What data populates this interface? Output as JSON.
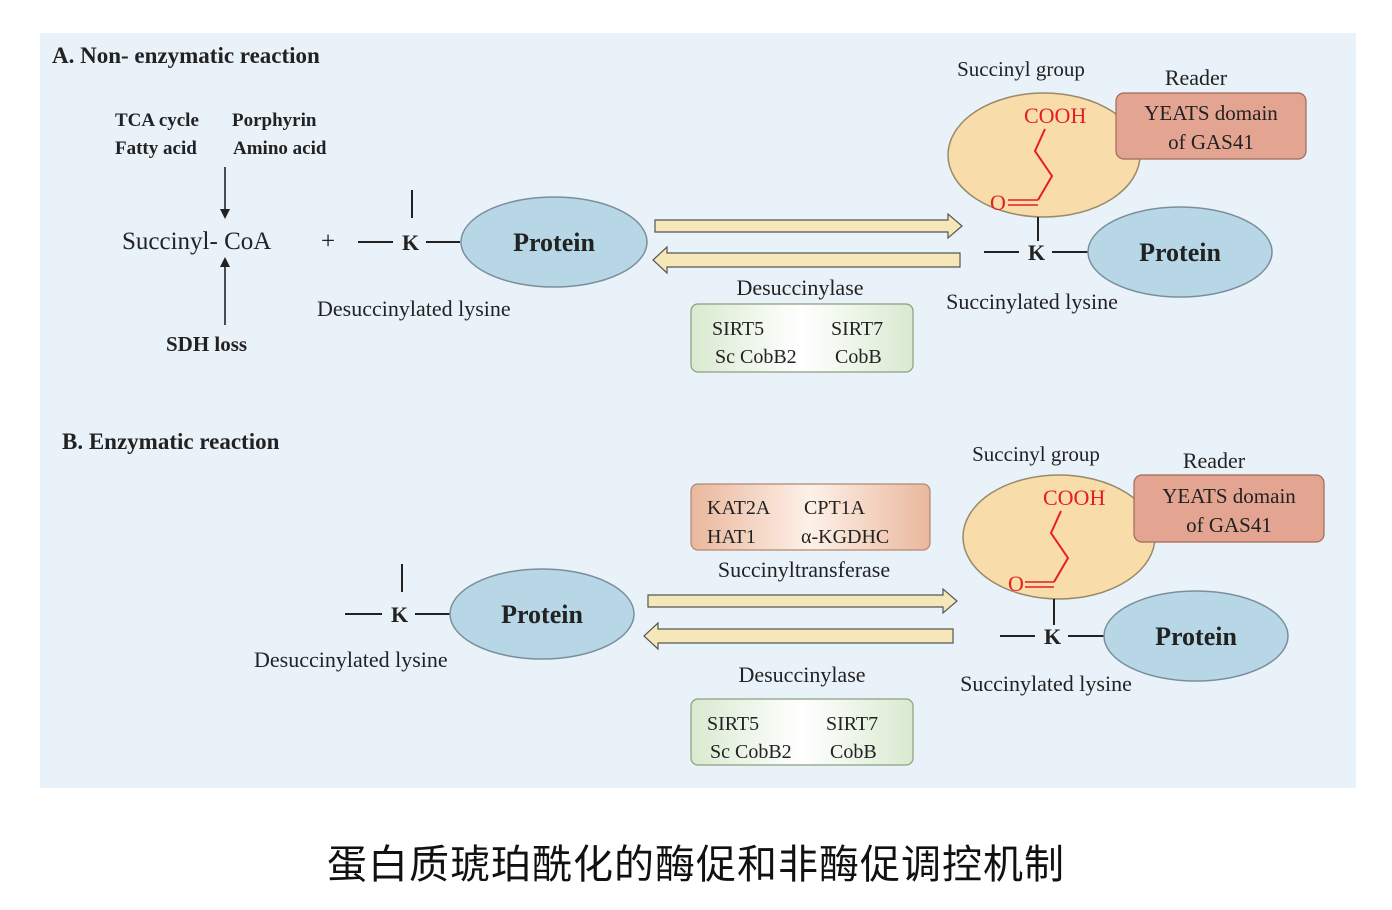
{
  "section_a": {
    "title": "A. Non- enzymatic reaction",
    "sources": {
      "tca": "TCA cycle",
      "porphyrin": "Porphyrin",
      "fatty_acid": "Fatty acid",
      "amino_acid": "Amino acid"
    },
    "succinyl_coa": "Succinyl- CoA",
    "plus": "+",
    "sdh_loss": "SDH loss",
    "lysine_k": "K",
    "protein": "Protein",
    "desuccinylated_lysine": "Desuccinylated lysine",
    "desuccinylase": "Desuccinylase",
    "desuccinylase_enzymes": [
      "SIRT5",
      "SIRT7",
      "Sc CobB2",
      "CobB"
    ],
    "succinyl_group": "Succinyl group",
    "cooh": "COOH",
    "carbonyl_o": "O",
    "reader_label": "Reader",
    "reader_line1": "YEATS domain",
    "reader_line2": "of GAS41",
    "succinylated_lysine": "Succinylated lysine"
  },
  "section_b": {
    "title": "B. Enzymatic reaction",
    "lysine_k": "K",
    "protein": "Protein",
    "desuccinylated_lysine": "Desuccinylated lysine",
    "transferase_enzymes": [
      "KAT2A",
      "CPT1A",
      "HAT1",
      "α-KGDHC"
    ],
    "succinyltransferase": "Succinyltransferase",
    "desuccinylase": "Desuccinylase",
    "desuccinylase_enzymes": [
      "SIRT5",
      "SIRT7",
      "Sc CobB2",
      "CobB"
    ],
    "succinyl_group": "Succinyl group",
    "cooh": "COOH",
    "carbonyl_o": "O",
    "reader_label": "Reader",
    "reader_line1": "YEATS domain",
    "reader_line2": "of GAS41",
    "succinylated_lysine": "Succinylated lysine"
  },
  "caption": "蛋白质琥珀酰化的酶促和非酶促调控机制",
  "colors": {
    "panel_bg": "#e9f2f9",
    "protein_fill": "#b7d7e6",
    "succinyl_fill": "#f8dcaa",
    "reader_fill": "#e3a591",
    "enzyme_box_fill": "#e6f1da",
    "transferase_fill": "#f2c7ad",
    "arrow_fill": "#f6e7b9",
    "red_text": "#e51f1f"
  }
}
